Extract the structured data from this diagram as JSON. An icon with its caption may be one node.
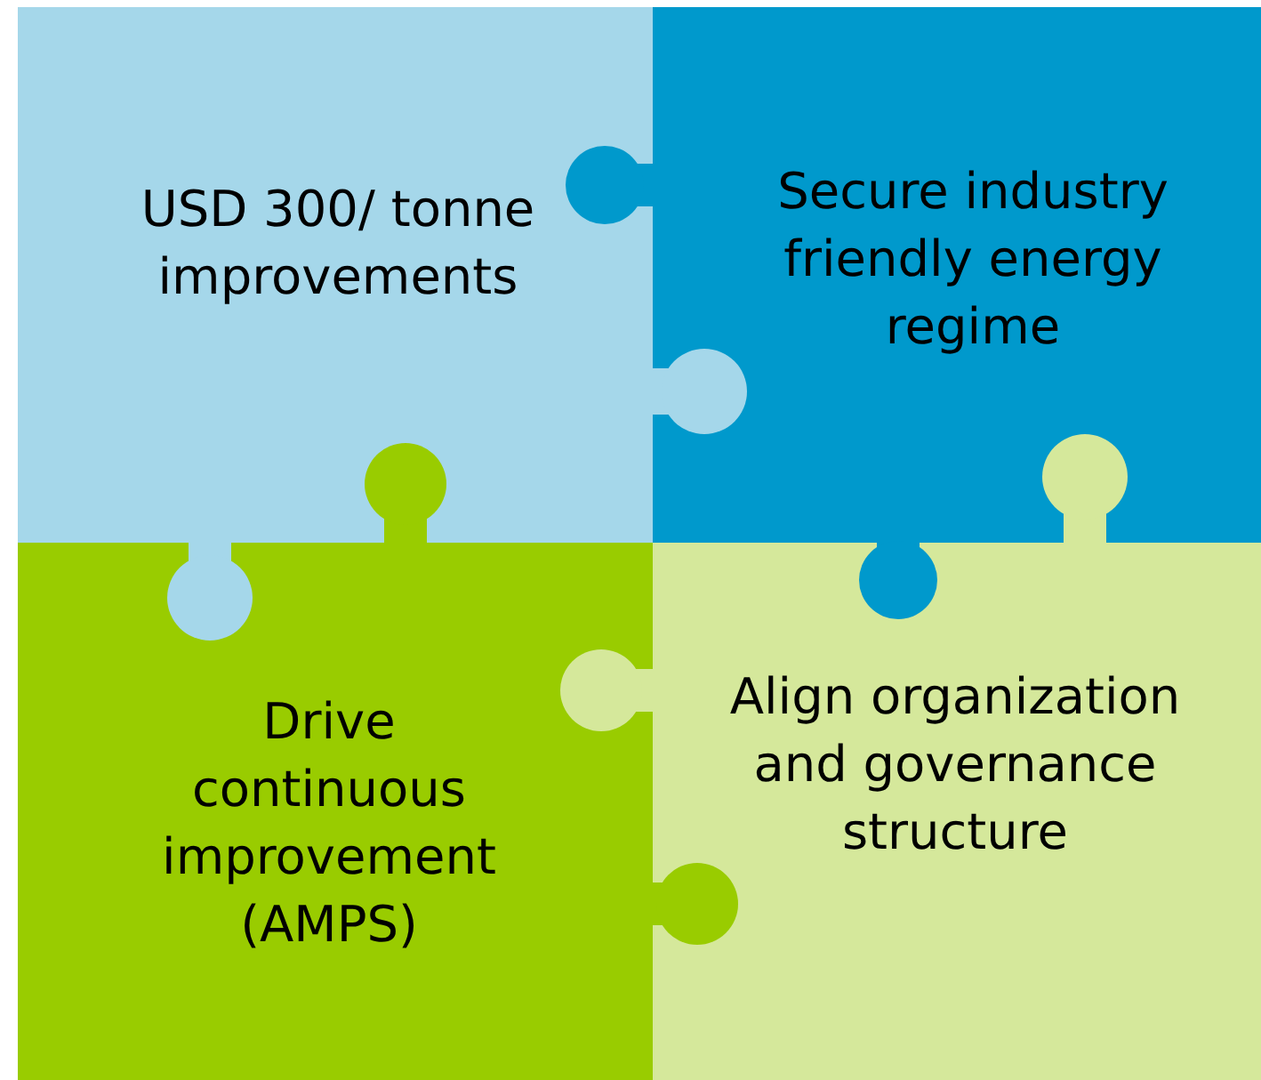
{
  "diagram": {
    "nodes": [
      {
        "text": [
          "USD 300/ tonne improvements"
        ]
      },
      {
        "text": [
          "Secure industry friendly energy regime"
        ]
      },
      {
        "text": [
          "Drive continuous improvement (AMPS)"
        ]
      },
      {
        "text": [
          "Align organization and governance structure"
        ]
      }
    ]
  }
}
